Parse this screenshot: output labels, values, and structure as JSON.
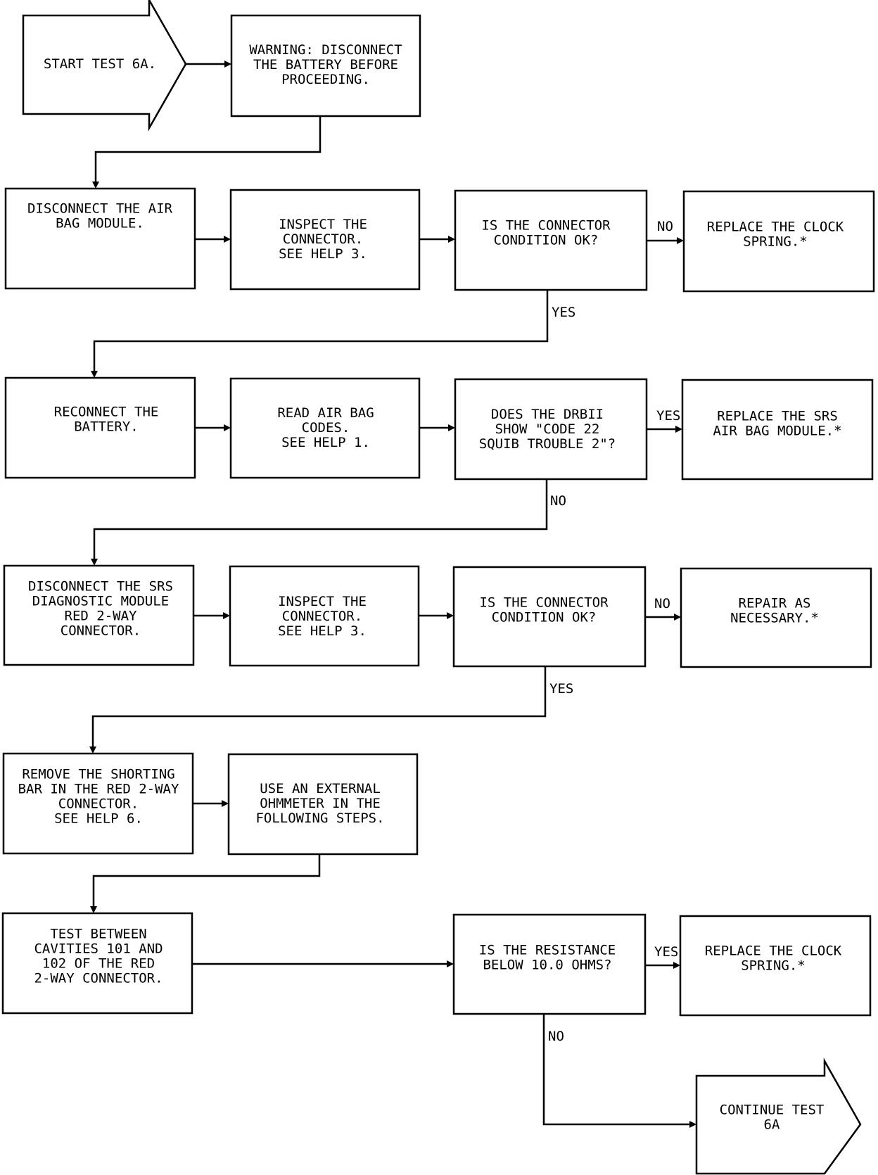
{
  "nodes": {
    "start": [
      "START TEST 6A."
    ],
    "warning": [
      "WARNING: DISCONNECT",
      "THE BATTERY BEFORE",
      "PROCEEDING."
    ],
    "disconnect_airbag": [
      "DISCONNECT THE AIR",
      "BAG MODULE."
    ],
    "inspect_1": [
      "INSPECT THE",
      "CONNECTOR.",
      "SEE HELP 3."
    ],
    "connector_ok_1": [
      "IS THE CONNECTOR",
      "CONDITION OK?"
    ],
    "replace_clock_1": [
      "REPLACE THE CLOCK",
      "SPRING.*"
    ],
    "reconnect_battery": [
      "RECONNECT THE",
      "BATTERY."
    ],
    "read_codes": [
      "READ AIR BAG",
      "CODES.",
      "SEE HELP 1."
    ],
    "drbii_code22": [
      "DOES THE DRBII",
      "SHOW \"CODE 22",
      "SQUIB TROUBLE 2\"?"
    ],
    "replace_sas_module": [
      "REPLACE THE SRS",
      "AIR BAG MODULE.*"
    ],
    "disconnect_sas_diag": [
      "DISCONNECT THE SRS",
      "DIAGNOSTIC MODULE",
      "RED 2-WAY",
      "CONNECTOR."
    ],
    "inspect_2": [
      "INSPECT THE",
      "CONNECTOR.",
      "SEE HELP 3."
    ],
    "connector_ok_2": [
      "IS THE CONNECTOR",
      "CONDITION OK?"
    ],
    "repair": [
      "REPAIR AS",
      "NECESSARY.*"
    ],
    "remove_shorting_bar": [
      "REMOVE THE SHORTING",
      "BAR IN THE RED 2-WAY",
      "CONNECTOR.",
      "SEE HELP 6."
    ],
    "use_ohmmeter": [
      "USE AN EXTERNAL",
      "OHMMETER IN THE",
      "FOLLOWING STEPS."
    ],
    "test_cavities": [
      "TEST BETWEEN",
      "CAVITIES 101 AND",
      "102 OF THE RED",
      "2-WAY CONNECTOR."
    ],
    "resistance_below": [
      "IS THE RESISTANCE",
      "BELOW 10.0 OHMS?"
    ],
    "replace_clock_2": [
      "REPLACE THE CLOCK",
      "SPRING.*"
    ],
    "continue": [
      "CONTINUE TEST",
      "6A"
    ]
  },
  "edge_labels": {
    "no_1": "NO",
    "yes_1": "YES",
    "yes_2": "YES",
    "no_2": "NO",
    "no_3": "NO",
    "yes_3": "YES",
    "yes_4": "YES",
    "no_4": "NO"
  }
}
